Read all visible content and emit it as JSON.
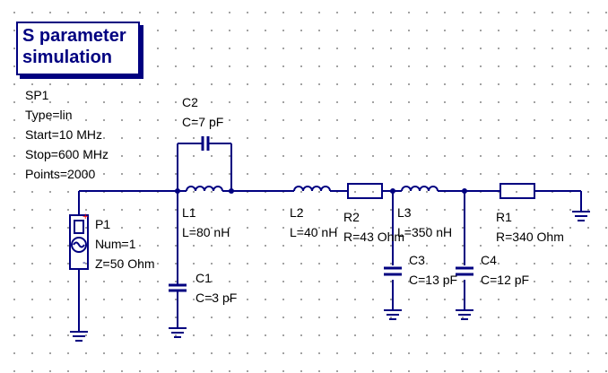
{
  "simulation": {
    "title_line1": "S parameter",
    "title_line2": "simulation",
    "name": "SP1",
    "type": "Type=lin",
    "start": "Start=10 MHz",
    "stop": "Stop=600 MHz",
    "points": "Points=2000"
  },
  "components": {
    "C2": {
      "name": "C2",
      "value": "C=7 pF"
    },
    "P1": {
      "name": "P1",
      "num": "Num=1",
      "impedance": "Z=50 Ohm"
    },
    "L1": {
      "name": "L1",
      "value": "L=80 nH"
    },
    "C1": {
      "name": "C1",
      "value": "C=3 pF"
    },
    "L2": {
      "name": "L2",
      "value": "L=40 nH"
    },
    "R2": {
      "name": "R2",
      "value": "R=43 Ohm"
    },
    "L3": {
      "name": "L3",
      "value": "L=350 nH"
    },
    "C3": {
      "name": "C3",
      "value": "C=13 pF"
    },
    "C4": {
      "name": "C4",
      "value": "C=12 pF"
    },
    "R1": {
      "name": "R1",
      "value": "R=340 Ohm"
    }
  },
  "colors": {
    "wire": "#000080",
    "text": "#000000",
    "grid_dot": "#8a8a8a",
    "port_plus": "#ff0000"
  }
}
